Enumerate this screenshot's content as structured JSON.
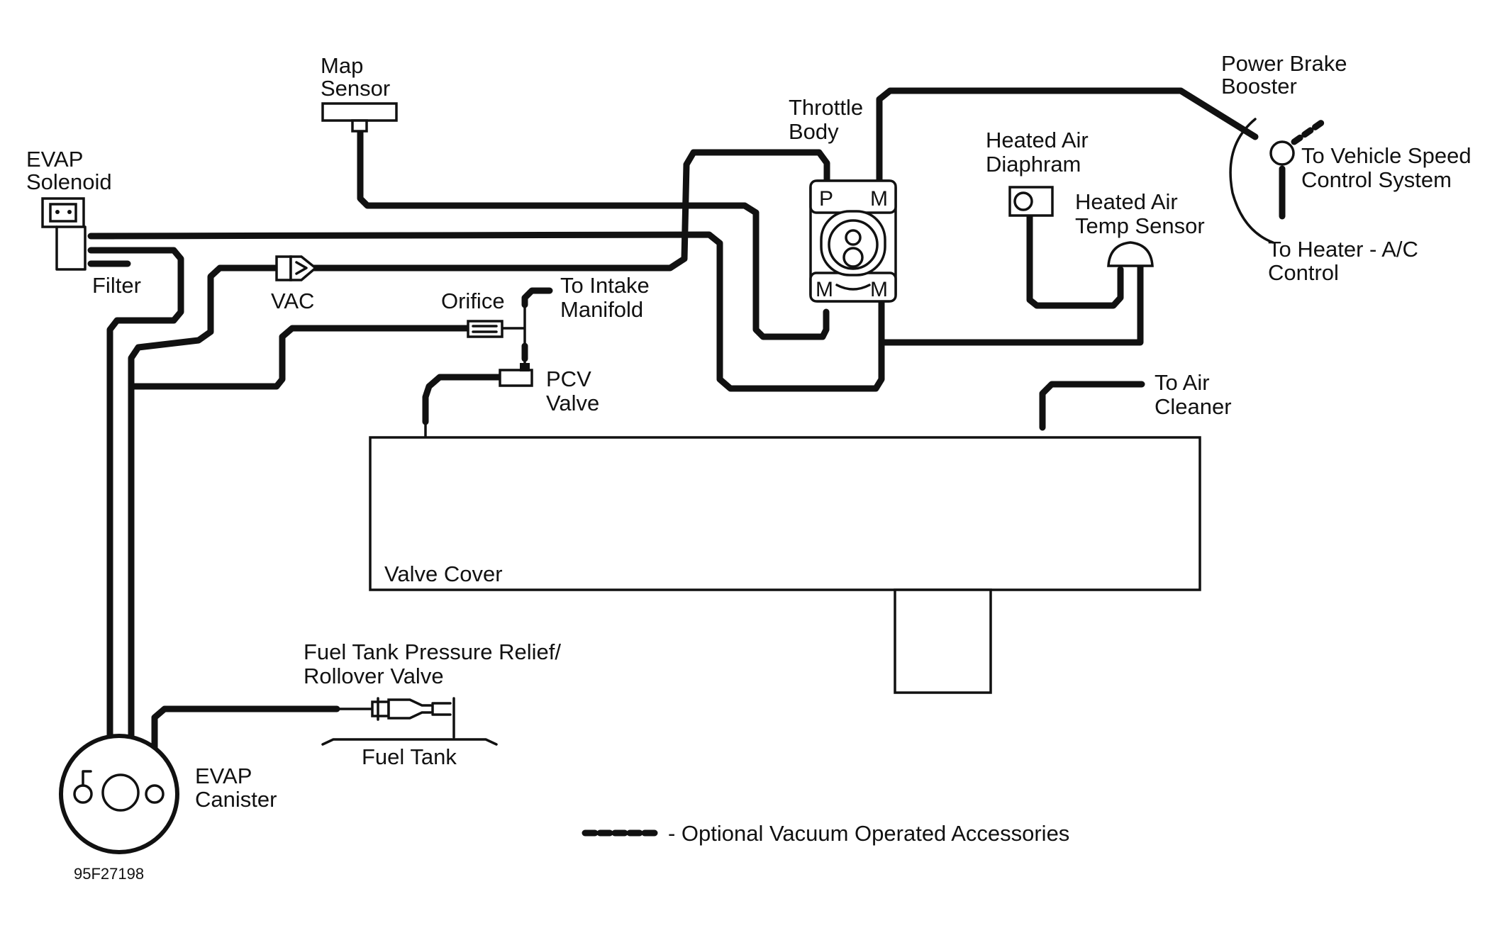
{
  "labels": {
    "map_sensor": [
      "Map",
      "Sensor"
    ],
    "evap_solenoid": [
      "EVAP",
      "Solenoid"
    ],
    "filter": "Filter",
    "vac": "VAC",
    "orifice": "Orifice",
    "to_intake_manifold": [
      "To Intake",
      "Manifold"
    ],
    "pcv_valve": [
      "PCV",
      "Valve"
    ],
    "throttle_body": [
      "Throttle",
      "Body"
    ],
    "port_p": "P",
    "port_m": "M",
    "heated_air_diaphram": [
      "Heated Air",
      "Diaphram"
    ],
    "heated_air_temp_sensor": [
      "Heated Air",
      "Temp Sensor"
    ],
    "power_brake_booster": [
      "Power Brake",
      "Booster"
    ],
    "to_vehicle_speed_control": [
      "To Vehicle Speed",
      "Control System"
    ],
    "to_heater_ac_control": [
      "To Heater - A/C",
      "Control"
    ],
    "to_air_cleaner": [
      "To Air",
      "Cleaner"
    ],
    "valve_cover": "Valve Cover",
    "fuel_tank_relief_valve": [
      "Fuel Tank Pressure Relief/",
      "Rollover Valve"
    ],
    "fuel_tank": "Fuel Tank",
    "evap_canister": [
      "EVAP",
      "Canister"
    ],
    "legend_optional": "- Optional Vacuum Operated Accessories",
    "figure_id": "95F27198"
  },
  "colors": {
    "line": "#111111",
    "background": "#ffffff"
  }
}
